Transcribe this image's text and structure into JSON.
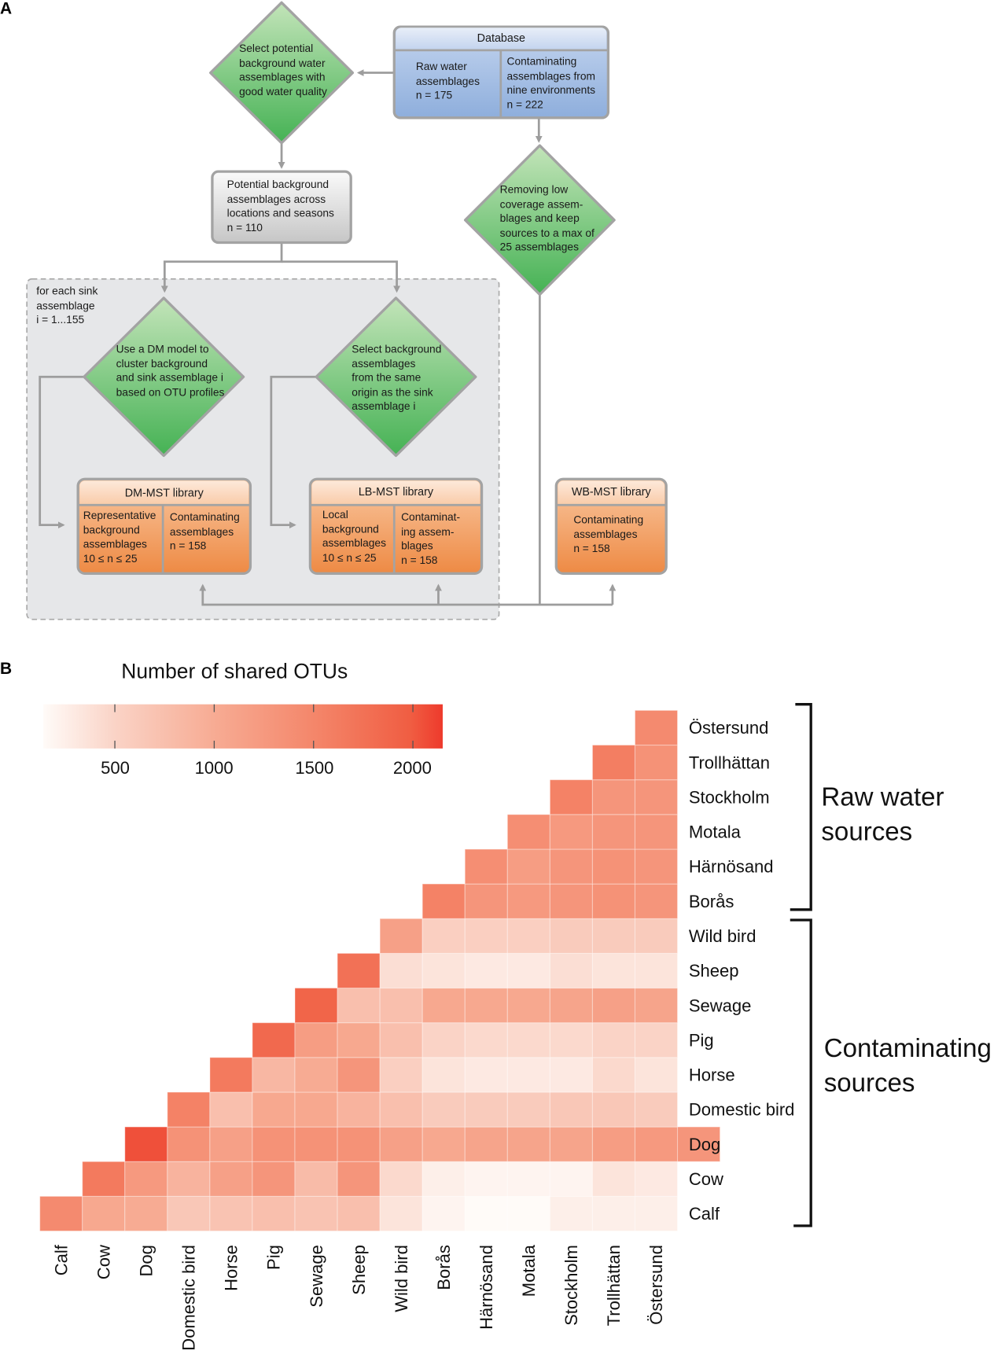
{
  "panel_a": {
    "label": "A",
    "select_water": "Select potential\nbackground water\nassemblages with\ngood water quality",
    "database": {
      "title": "Database",
      "raw": "Raw water\nassemblages\nn = 175",
      "contaminating": "Contaminating\nassemblages from\nnine environments\nn = 222"
    },
    "potential_background": "Potential background\nassemblages across\nlocations and seasons\nn = 110",
    "removing_low": "Removing low\ncoverage assem-\nblages and keep\nsources to a max of\n25 assemblages",
    "loop_label": "for each sink\nassemblage\ni = 1...155",
    "dm_model": "Use a DM model to\ncluster background\nand sink assemblage i\nbased on OTU profiles",
    "select_same_origin": "Select background\nassemblages\nfrom the same\norigin as the sink\nassemblage i",
    "dm_library": {
      "title": "DM-MST library",
      "left": "Representative\nbackground\nassemblages\n10 ≤ n ≤ 25",
      "right": "Contaminating\nassemblages\nn = 158"
    },
    "lb_library": {
      "title": "LB-MST library",
      "left": "Local\nbackground\nassemblages\n10 ≤ n ≤ 25",
      "right": "Contaminat-\ning assem-\nblages\nn = 158"
    },
    "wb_library": {
      "title": "WB-MST library",
      "body": "Contaminating\nassemblages\nn = 158"
    },
    "colors": {
      "diamond_top": "#c3e4b9",
      "diamond_bottom": "#45b254",
      "database": "#a9c2e6",
      "library": "#f0914e",
      "frame": "#a3a3a3"
    }
  },
  "panel_b": {
    "label": "B",
    "group_raw": "Raw water\nsources",
    "group_contaminating": "Contaminating\nsources"
  },
  "chart_data": {
    "type": "heatmap",
    "title": "Number of shared OTUs",
    "layout": "lower-triangle",
    "colorbar": {
      "ticks": [
        500,
        1000,
        1500,
        2000
      ],
      "range": [
        140,
        2150
      ],
      "colors": [
        "#fffbf8",
        "#ee3a2c"
      ]
    },
    "categories": [
      "Calf",
      "Cow",
      "Dog",
      "Domestic bird",
      "Horse",
      "Pig",
      "Sewage",
      "Sheep",
      "Wild bird",
      "Borås",
      "Härnösand",
      "Motala",
      "Stockholm",
      "Trollhättan",
      "Östersund"
    ],
    "values_upper_rows": [
      [
        1450,
        1050,
        1000,
        650,
        700,
        750,
        700,
        750,
        350,
        200,
        140,
        140,
        250,
        250,
        250
      ],
      [
        1650,
        1250,
        900,
        1150,
        1300,
        800,
        1300,
        450,
        250,
        200,
        200,
        200,
        350,
        300
      ],
      [
        2050,
        1350,
        1150,
        1350,
        1350,
        1350,
        1150,
        1050,
        1100,
        1100,
        1100,
        1200,
        1250,
        1300
      ],
      [
        1550,
        750,
        1050,
        1050,
        900,
        750,
        600,
        600,
        600,
        650,
        650,
        600
      ],
      [
        1650,
        850,
        1000,
        1300,
        550,
        350,
        300,
        300,
        300,
        450,
        350
      ],
      [
        1850,
        1200,
        1050,
        750,
        500,
        450,
        450,
        450,
        500,
        500
      ],
      [
        1900,
        750,
        750,
        1050,
        1050,
        1050,
        1100,
        1150,
        1100
      ],
      [
        1750,
        400,
        350,
        300,
        300,
        400,
        350,
        350
      ],
      [
        1150,
        550,
        550,
        550,
        600,
        600,
        600
      ],
      [
        1550,
        1300,
        1250,
        1300,
        1350,
        1300
      ],
      [
        1400,
        1200,
        1300,
        1350,
        1300
      ],
      [
        1400,
        1250,
        1300,
        1300
      ],
      [
        1550,
        1300,
        1300
      ],
      [
        1600,
        1350
      ],
      [
        1450
      ]
    ]
  }
}
